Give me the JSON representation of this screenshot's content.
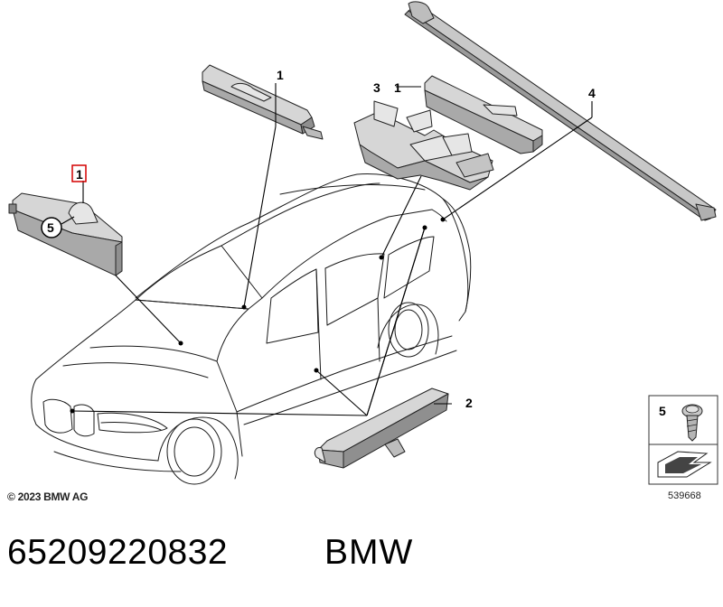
{
  "diagram": {
    "callouts": {
      "c1_top": "1",
      "c1_left": "1",
      "c1_right": "1",
      "c2": "2",
      "c3": "3",
      "c4": "4",
      "c5_circle": "5",
      "c5_legend": "5"
    },
    "copyright": "© 2023 BMW AG",
    "doc_number": "539668"
  },
  "footer": {
    "part_number": "65209220832",
    "brand": "BMW"
  }
}
